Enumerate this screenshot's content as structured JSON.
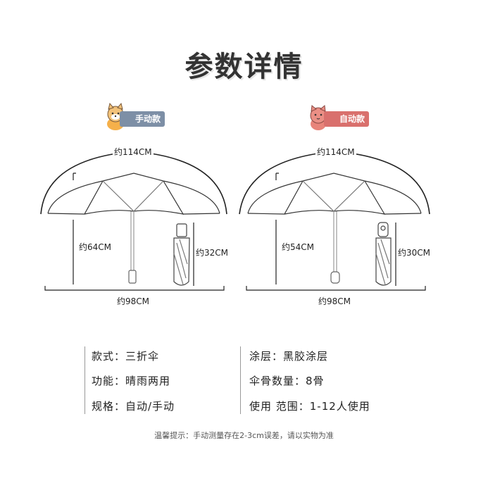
{
  "title": "参数详情",
  "badges": {
    "manual": "手动款",
    "auto": "自动款"
  },
  "manual": {
    "span": "约114CM",
    "height": "约64CM",
    "folded": "约32CM",
    "width": "约98CM"
  },
  "auto": {
    "span": "约114CM",
    "height": "约54CM",
    "folded": "约30CM",
    "width": "约98CM"
  },
  "specs": {
    "style": "款式：三折伞",
    "function": "功能：晴雨两用",
    "spec": "规格：自动/手动",
    "coating": "涂层：黑胶涂层",
    "ribs": "伞骨数量：8骨",
    "usage": "使用 范围：1-12人使用"
  },
  "note": "温馨提示：手动测量存在2-3cm误差，请以实物为准",
  "colors": {
    "manual_badge": "#7d8fa6",
    "auto_badge": "#d9706d"
  }
}
